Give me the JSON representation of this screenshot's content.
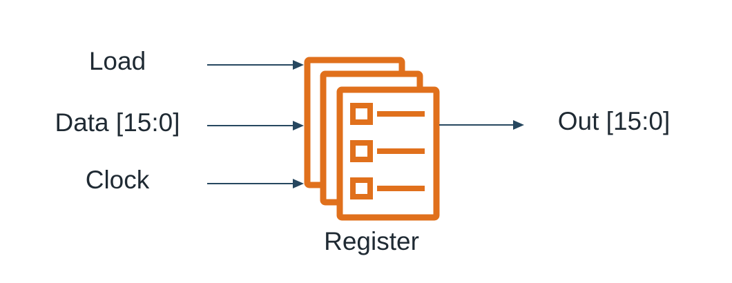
{
  "diagram": {
    "inputs": {
      "load": "Load",
      "data": "Data [15:0]",
      "clock": "Clock"
    },
    "output": "Out [15:0]",
    "block_label": "Register",
    "icon": "register-document-stack-icon",
    "colors": {
      "icon": "#e0701c",
      "arrows": "#26475f",
      "text": "#1f2a33",
      "background": "#ffffff"
    }
  }
}
